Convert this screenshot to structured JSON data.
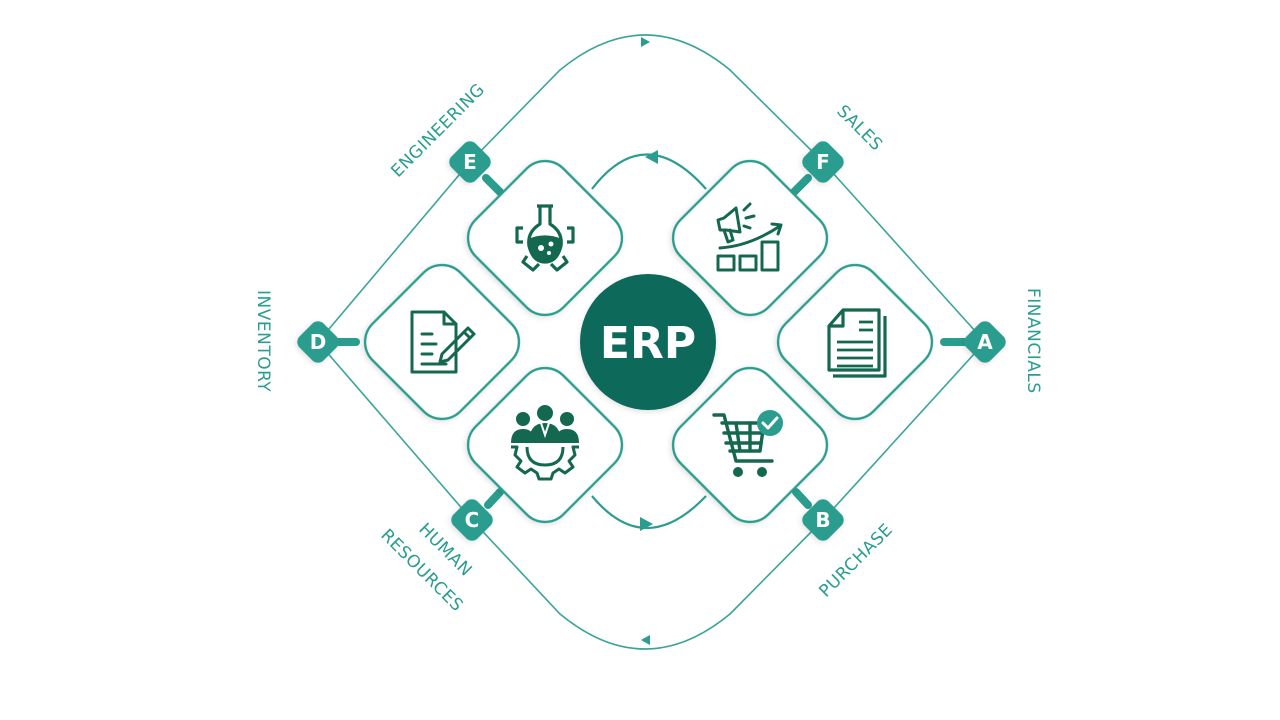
{
  "center": {
    "label": "ERP",
    "color": "#11695a"
  },
  "colors": {
    "accent": "#2a9d8f",
    "badge": "#2a9d8f",
    "line": "#3aa597",
    "icon": "#13684f",
    "tile_border": "#2a9d8f",
    "background": "#ffffff"
  },
  "modules": [
    {
      "id": "A",
      "name": "FINANCIALS",
      "icon": "document-icon"
    },
    {
      "id": "B",
      "name": "PURCHASE",
      "icon": "shopping-cart-check-icon"
    },
    {
      "id": "C",
      "name_line1": "HUMAN",
      "name_line2": "RESOURCES",
      "name": "HUMAN RESOURCES",
      "icon": "team-gear-icon"
    },
    {
      "id": "D",
      "name": "INVENTORY",
      "icon": "document-edit-icon"
    },
    {
      "id": "E",
      "name": "ENGINEERING",
      "icon": "flask-gear-icon"
    },
    {
      "id": "F",
      "name": "SALES",
      "icon": "megaphone-growth-icon"
    }
  ]
}
